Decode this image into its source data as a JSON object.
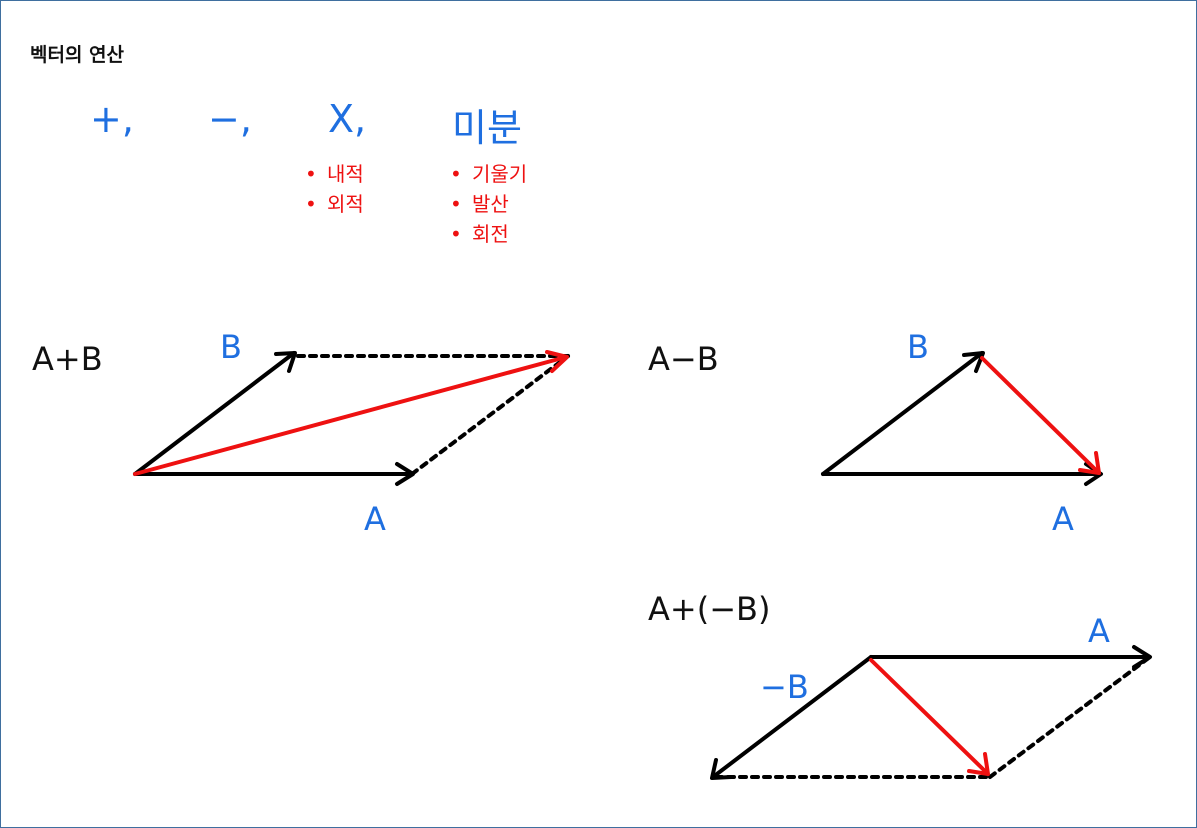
{
  "title": "벡터의 연산",
  "operations": {
    "plus": "+,",
    "minus": "−,",
    "cross": "X,",
    "derivative": "미분"
  },
  "cross_items": [
    "내적",
    "외적"
  ],
  "derivative_items": [
    "기울기",
    "발산",
    "회전"
  ],
  "bullet": "•",
  "diagrams": {
    "sum": {
      "label": "A+B",
      "vec_a": "A",
      "vec_b": "B"
    },
    "difference": {
      "label": "A−B",
      "vec_a": "A",
      "vec_b": "B"
    },
    "neg_sum": {
      "label": "A+(−B)",
      "vec_a": "A",
      "vec_neg_b": "−B"
    }
  },
  "colors": {
    "label_blue": "#1f6fe0",
    "result_red": "#ee1111",
    "vector_black": "#000000",
    "frame": "#3f6f9f"
  }
}
